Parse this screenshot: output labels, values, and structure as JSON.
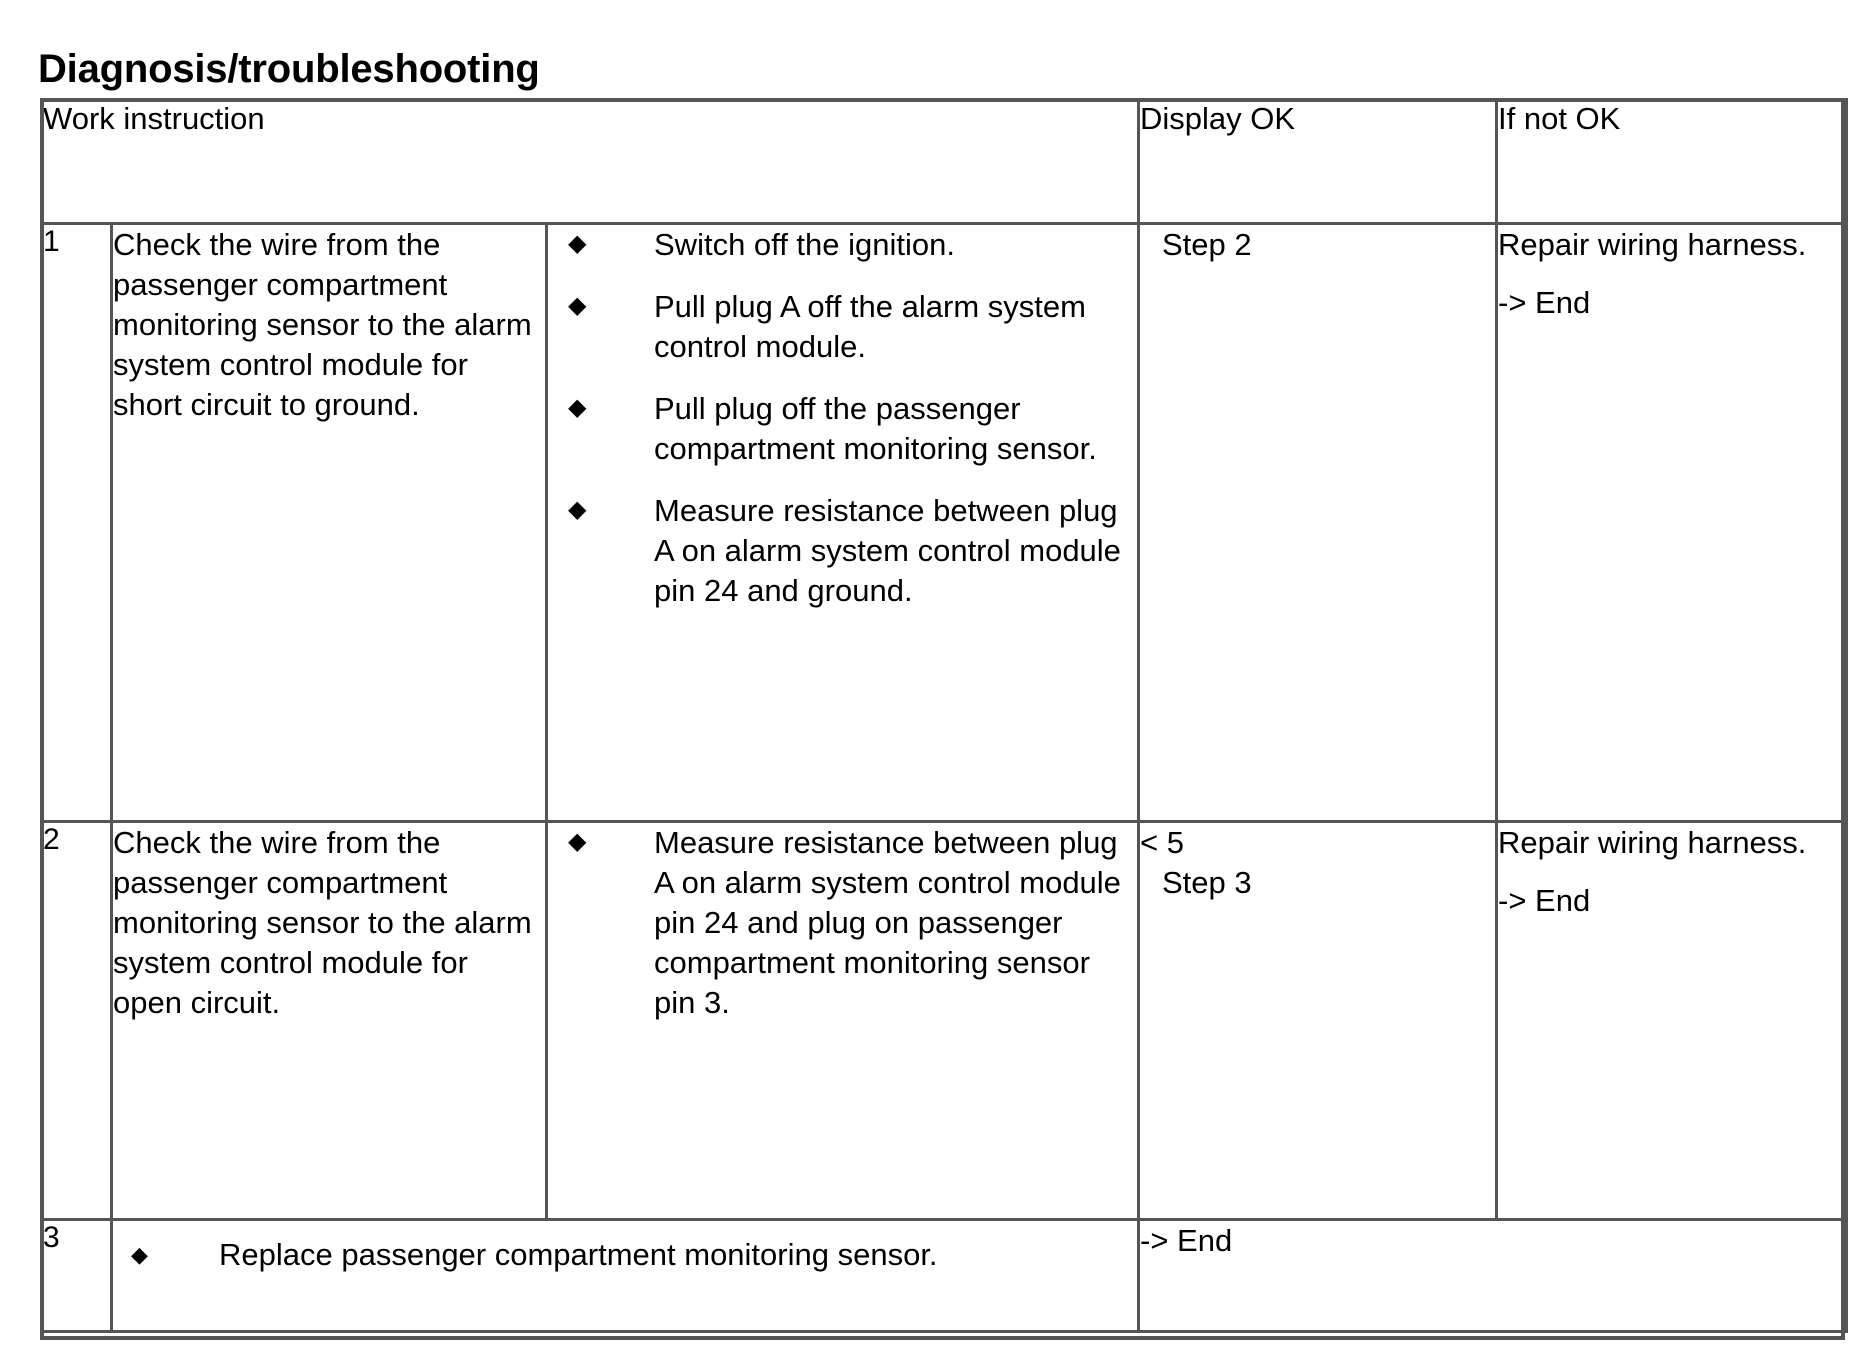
{
  "page": {
    "title": "Diagnosis/troubleshooting"
  },
  "table": {
    "headers": {
      "work_instruction": "Work instruction",
      "display_ok": "Display OK",
      "if_not_ok": "If not OK"
    },
    "bullet_glyph": "◆",
    "rows": [
      {
        "number": "1",
        "description": "Check the wire from the passenger compartment monitoring sensor to the alarm system control module for short circuit to ground.",
        "steps": [
          "Switch off the ignition.",
          "Pull plug A off the alarm system control module.",
          "Pull plug off the passenger compartment monitoring sensor.",
          "Measure resistance between plug A on alarm system control module pin 24 and ground."
        ],
        "display_ok_value": "",
        "display_ok_next": "Step 2",
        "if_not_ok_action": "Repair wiring harness.",
        "if_not_ok_next": "-> End"
      },
      {
        "number": "2",
        "description": "Check the wire from the passenger compartment monitoring sensor to the alarm system control module for open circuit.",
        "steps": [
          "Measure resistance between plug A on alarm system control module pin 24 and plug on passenger compartment monitoring sensor pin 3."
        ],
        "display_ok_value": "< 5",
        "display_ok_next": "Step 3",
        "if_not_ok_action": "Repair wiring harness.",
        "if_not_ok_next": "-> End"
      },
      {
        "number": "3",
        "instruction": "Replace passenger compartment monitoring sensor.",
        "result": "-> End"
      }
    ]
  },
  "colors": {
    "border": "#555555",
    "text": "#000000",
    "background": "#ffffff"
  }
}
